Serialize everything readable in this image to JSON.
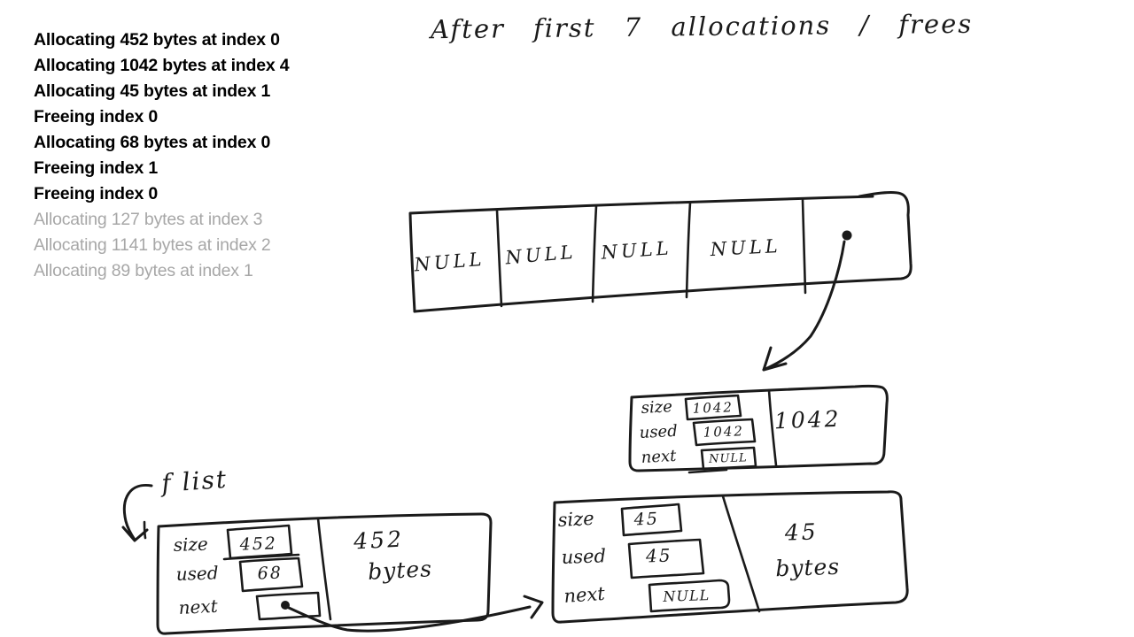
{
  "title": "After first 7 allocations / frees",
  "colors": {
    "ink": "#1a1a1a",
    "log_done": "#000000",
    "log_pending": "#a7a7a7",
    "background": "#ffffff"
  },
  "log": {
    "done": [
      "Allocating 452 bytes at index 0",
      "Allocating 1042 bytes at index 4",
      "Allocating 45 bytes at index 1",
      "Freeing index 0",
      "Allocating 68 bytes at index 0",
      "Freeing index 1",
      "Freeing index 0"
    ],
    "pending": [
      "Allocating 127 bytes at index 3",
      "Allocating 1141 bytes at index 2",
      "Allocating 89 bytes at index 1"
    ]
  },
  "field_labels": {
    "size": "size",
    "used": "used",
    "next": "next"
  },
  "pointer_array": {
    "nulls": [
      "NULL",
      "NULL",
      "NULL",
      "NULL"
    ]
  },
  "blocks": {
    "b1042": {
      "size": "1042",
      "used": "1042",
      "next": "NULL",
      "note": "1042"
    },
    "b452": {
      "size": "452",
      "used": "68",
      "note_line1": "452",
      "note_line2": "bytes"
    },
    "b45": {
      "size": "45",
      "used": "45",
      "next": "NULL",
      "note_line1": "45",
      "note_line2": "bytes"
    }
  },
  "free_list_label": "f list"
}
